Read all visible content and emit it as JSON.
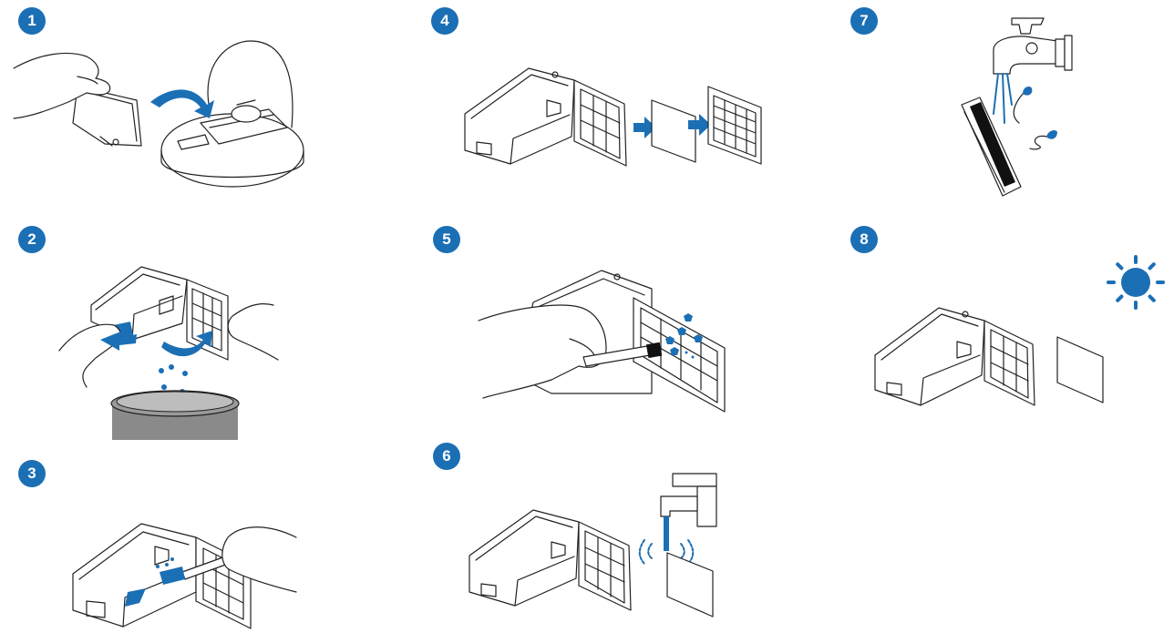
{
  "steps": [
    {
      "number": "1"
    },
    {
      "number": "2"
    },
    {
      "number": "3"
    },
    {
      "number": "4"
    },
    {
      "number": "5"
    },
    {
      "number": "6"
    },
    {
      "number": "7"
    },
    {
      "number": "8"
    }
  ],
  "colors": {
    "accent": "#1b6fb5",
    "line": "#222222",
    "bin": "#8a8a8a"
  },
  "icons": [
    "hand-icon",
    "robot-vacuum-icon",
    "dustbin-icon",
    "filter-icon",
    "arrow-icon",
    "trash-can-icon",
    "brush-icon",
    "faucet-icon",
    "water-drop-icon",
    "sun-icon"
  ]
}
